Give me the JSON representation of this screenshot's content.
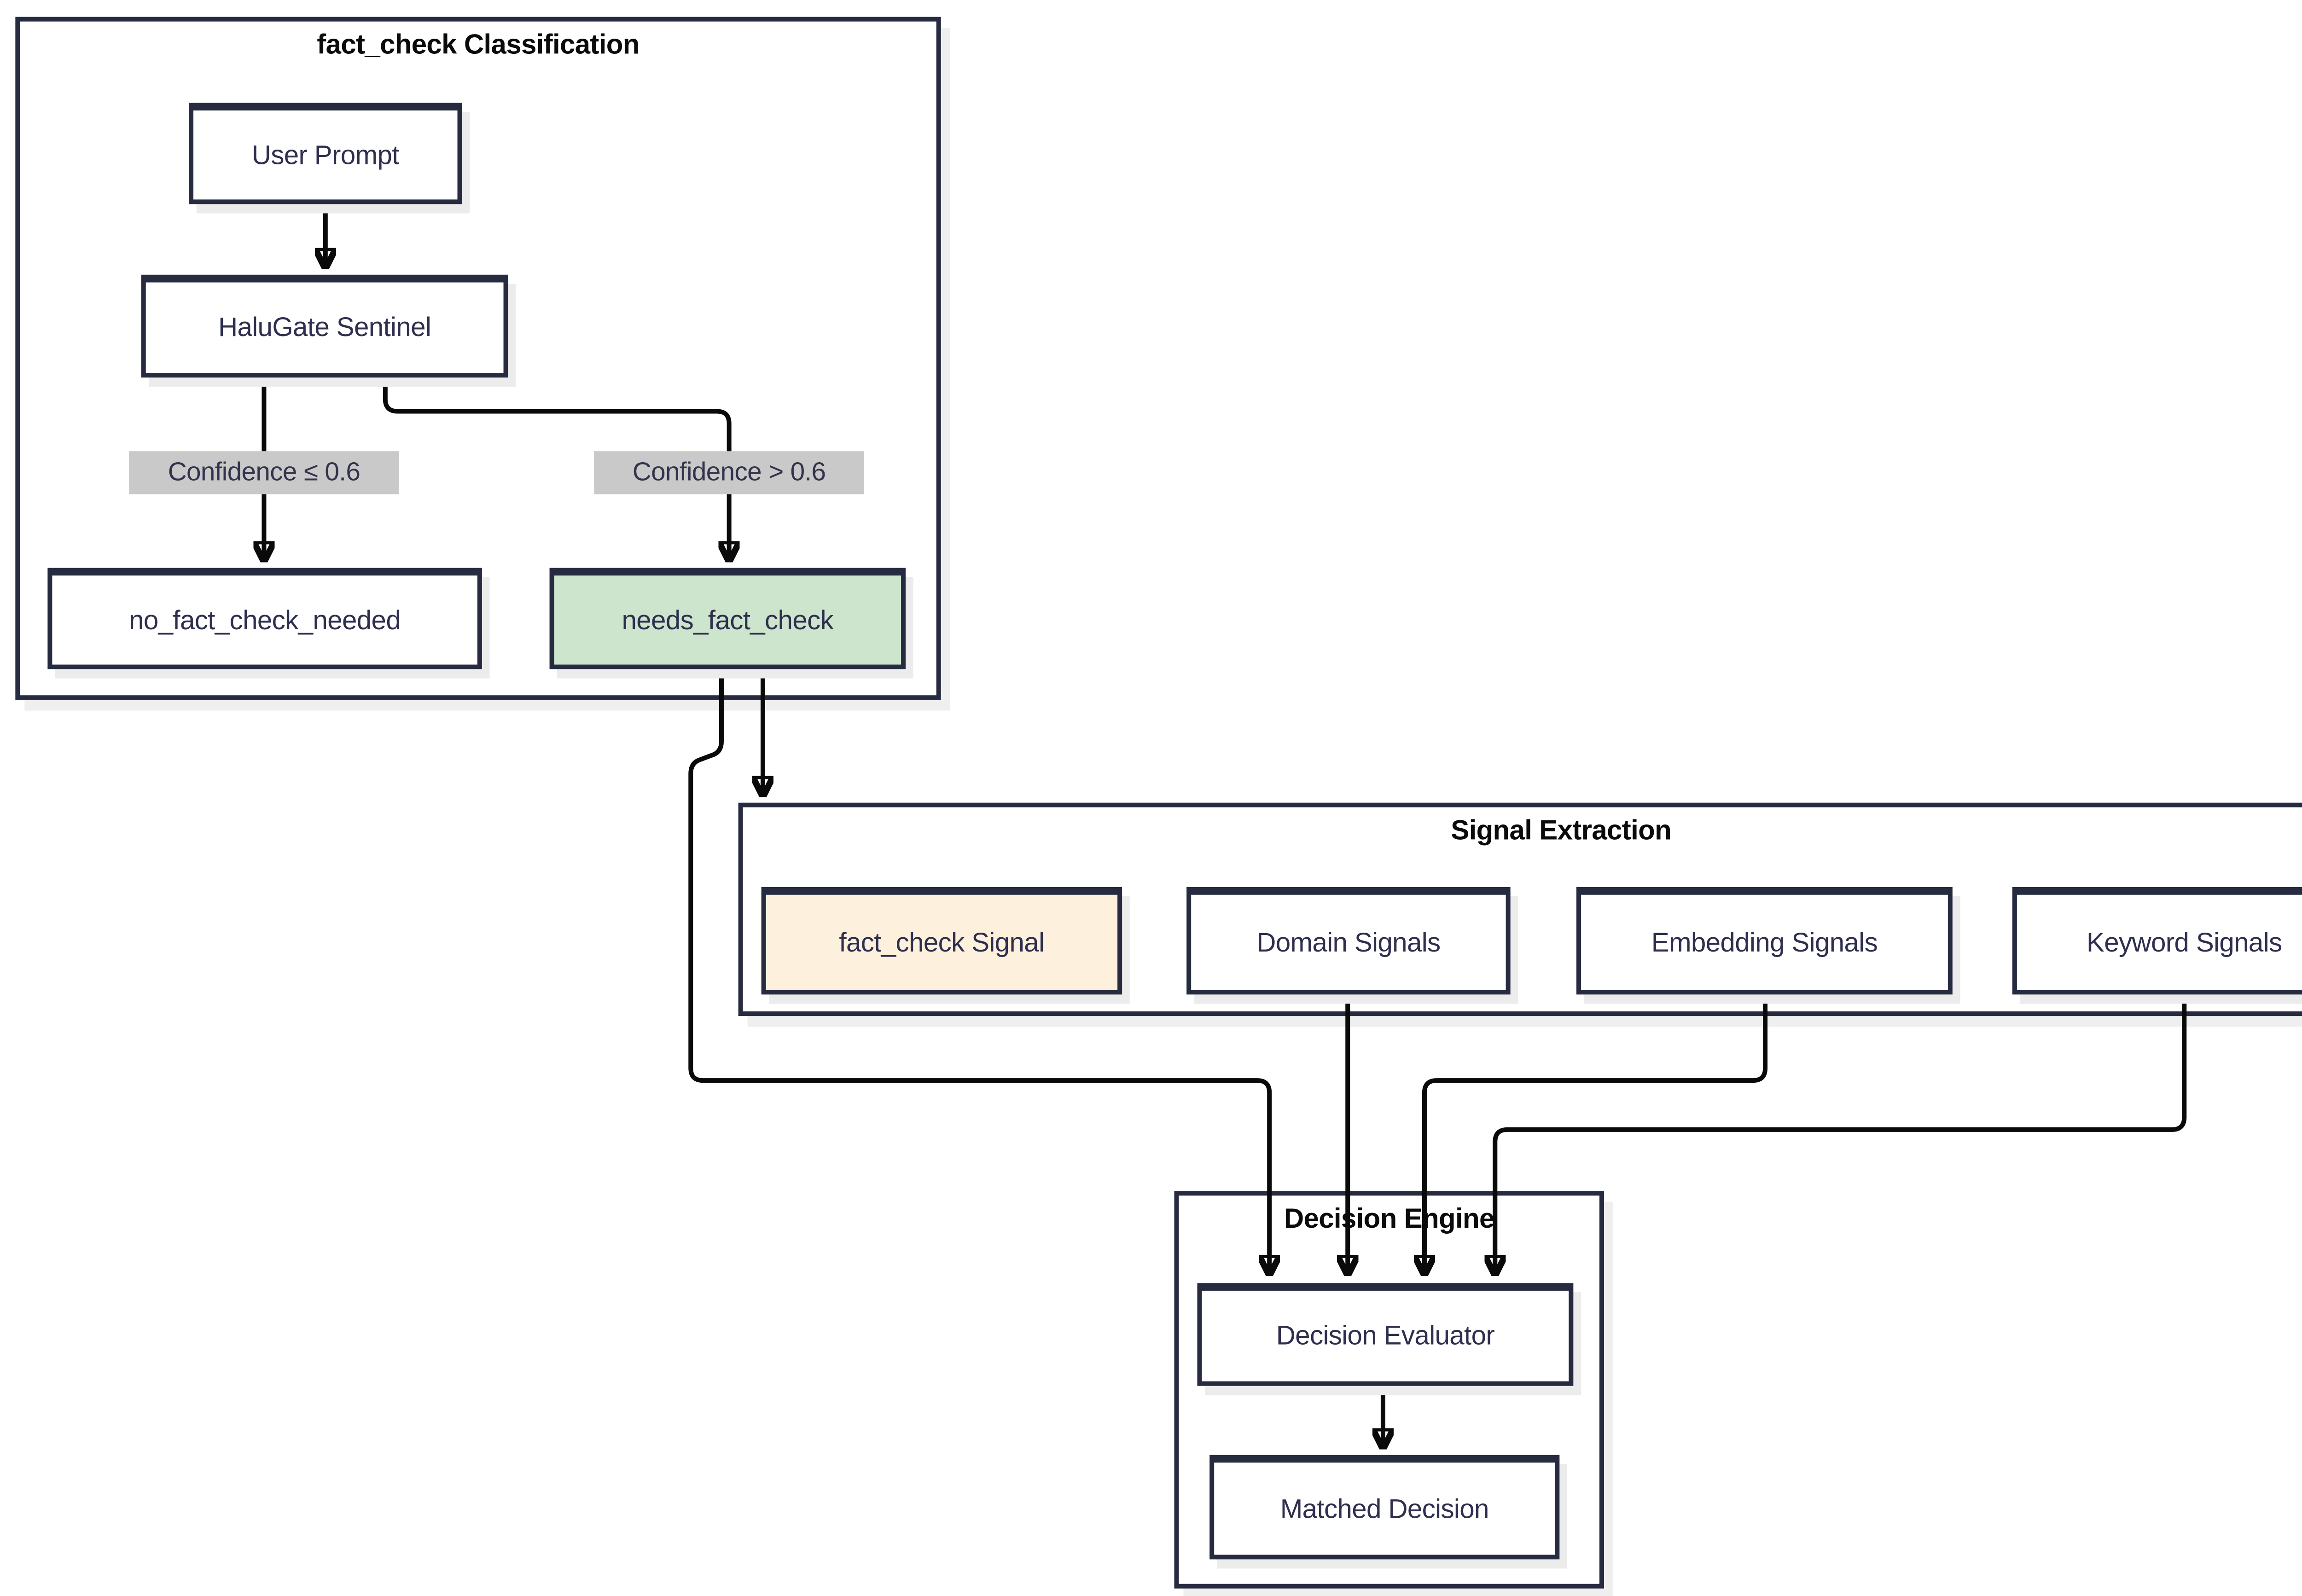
{
  "diagram": {
    "type": "flowchart",
    "subgraphs": [
      {
        "id": "classification",
        "title": "fact_check Classification"
      },
      {
        "id": "signal_extraction",
        "title": "Signal Extraction"
      },
      {
        "id": "decision_engine",
        "title": "Decision Engine"
      }
    ],
    "nodes": [
      {
        "id": "user_prompt",
        "label": "User Prompt",
        "fill": "#ffffff"
      },
      {
        "id": "halugate_sentinel",
        "label": "HaluGate Sentinel",
        "fill": "#ffffff"
      },
      {
        "id": "no_fact_check",
        "label": "no_fact_check_needed",
        "fill": "#ffffff"
      },
      {
        "id": "needs_fact_check",
        "label": "needs_fact_check",
        "fill": "#cde5cd"
      },
      {
        "id": "fact_check_signal",
        "label": "fact_check Signal",
        "fill": "#fdf0dc"
      },
      {
        "id": "domain_signals",
        "label": "Domain Signals",
        "fill": "#ffffff"
      },
      {
        "id": "embedding_signals",
        "label": "Embedding Signals",
        "fill": "#ffffff"
      },
      {
        "id": "keyword_signals",
        "label": "Keyword Signals",
        "fill": "#ffffff"
      },
      {
        "id": "decision_evaluator",
        "label": "Decision Evaluator",
        "fill": "#ffffff"
      },
      {
        "id": "matched_decision",
        "label": "Matched Decision",
        "fill": "#ffffff"
      }
    ],
    "edges": [
      {
        "from": "User Prompt",
        "to": "HaluGate Sentinel",
        "label": ""
      },
      {
        "from": "HaluGate Sentinel",
        "to": "no_fact_check_needed",
        "label": "Confidence ≤ 0.6"
      },
      {
        "from": "HaluGate Sentinel",
        "to": "needs_fact_check",
        "label": "Confidence > 0.6"
      },
      {
        "from": "needs_fact_check",
        "to": "Signal Extraction",
        "label": ""
      },
      {
        "from": "needs_fact_check",
        "to": "Decision Evaluator",
        "label": ""
      },
      {
        "from": "Domain Signals",
        "to": "Decision Evaluator",
        "label": ""
      },
      {
        "from": "Embedding Signals",
        "to": "Decision Evaluator",
        "label": ""
      },
      {
        "from": "Keyword Signals",
        "to": "Decision Evaluator",
        "label": ""
      },
      {
        "from": "Decision Evaluator",
        "to": "Matched Decision",
        "label": ""
      }
    ],
    "colors": {
      "background": "#ffffff",
      "node_border": "#272b40",
      "node_fill": "#ffffff",
      "node_text": "#2e2e4e",
      "highlight_green": "#cde5cd",
      "highlight_peach": "#fdf0dc",
      "edge_line": "#0a0a0a",
      "edge_label_bg": "#c9c9c9",
      "edge_label_text": "#33334d",
      "subgraph_title": "#0b0b0e",
      "shadow": "#ececec"
    }
  }
}
